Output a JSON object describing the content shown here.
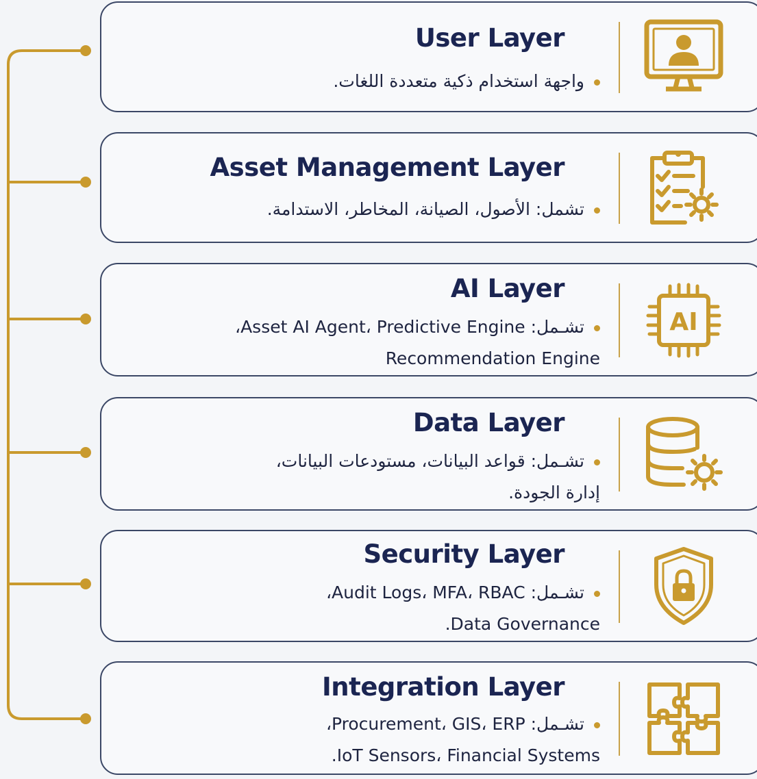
{
  "colors": {
    "accent": "#c99a2e",
    "border": "#3b4766",
    "title": "#1b2552",
    "text": "#1e2440"
  },
  "layers": [
    {
      "title": "User Layer",
      "icon": "monitor-user-icon",
      "lines": [
        "واجهة استخدام ذكية متعددة اللغات."
      ]
    },
    {
      "title": "Asset Management Layer",
      "icon": "clipboard-gear-icon",
      "lines": [
        "تشمل: الأصول، الصيانة، المخاطر، الاستدامة."
      ]
    },
    {
      "title": "AI Layer",
      "icon": "ai-chip-icon",
      "lines": [
        "تشـمل: Asset AI Agent، Predictive Engine،",
        "Recommendation Engine"
      ]
    },
    {
      "title": "Data Layer",
      "icon": "database-gear-icon",
      "lines": [
        "تشـمل: قواعد البيانات، مستودعات البيانات،",
        "إدارة الجودة."
      ]
    },
    {
      "title": "Security Layer",
      "icon": "shield-lock-icon",
      "lines": [
        "تشـمل: Audit Logs، MFA، RBAC،",
        "Data Governance."
      ]
    },
    {
      "title": "Integration Layer",
      "icon": "puzzle-icon",
      "lines": [
        "تشـمل: Procurement، GIS، ERP،",
        "IoT Sensors، Financial Systems."
      ]
    }
  ]
}
